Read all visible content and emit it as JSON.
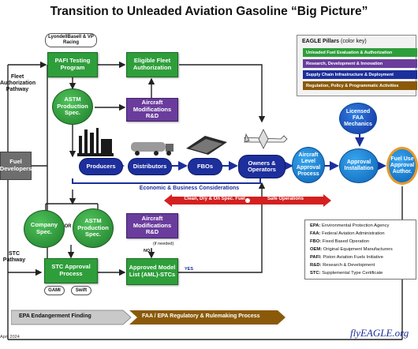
{
  "title": "Transition to Unleaded Aviation Gasoline “Big Picture”",
  "labels": {
    "fleet_auth_pathway": "Fleet Authorization Pathway",
    "stc_pathway": "STC Pathway",
    "or": "OR",
    "if_needed": "(if needed)",
    "no": "NO",
    "yes": "YES",
    "economic": "Economic & Business Considerations",
    "date": "April 2024",
    "logo": "flyEAGLE.org"
  },
  "nodes": {
    "lyondell": "LyondellBasell & VP Racing",
    "pafi": "PAFI Testing Program",
    "eligible_fleet": "Eligible Fleet Authorization",
    "astm_top": "ASTM Production Spec.",
    "aircraft_mod_top": "Aircraft Modifications R&D",
    "fuel_developers": "Fuel Developers",
    "producers": "Producers",
    "distributors": "Distributors",
    "fbos": "FBOs",
    "owners": "Owners & Operators",
    "aircraft_level": "Aircraft Level Approval Process",
    "approval_install": "Approval Installation",
    "fuel_use": "Fuel Use Approval Author.",
    "licensed_faa": "Licensed FAA Mechanics",
    "company_spec": "Company Spec.",
    "astm_bottom": "ASTM Production Spec.",
    "aircraft_mod_bottom": "Aircraft Modifications R&D",
    "stc_approval": "STC Approval Process",
    "approved_model": "Approved Model List (AML)-STCs",
    "gami": "GAMI",
    "swift": "Swift"
  },
  "banner": {
    "left": "Clean, Dry & On Spec. Fuel",
    "right": "Safe Operations"
  },
  "bottom": {
    "epa": "EPA Endangerment Finding",
    "faa": "FAA / EPA Regulatory & Rulemaking Process"
  },
  "legend": {
    "title": "EAGLE Pillars",
    "title_note": "(color key)",
    "items": [
      {
        "label": "Unleaded Fuel Evaluation & Authorization",
        "color": "#2e9e3a"
      },
      {
        "label": "Research, Development & Innovation",
        "color": "#6a3c9c"
      },
      {
        "label": "Supply Chain Infrastructure & Deployment",
        "color": "#1c2f9c"
      },
      {
        "label": "Regulation, Policy & Programmatic Activities",
        "color": "#8a5a0a"
      }
    ]
  },
  "abbreviations": [
    {
      "abbr": "EPA:",
      "text": "Environmental Protection Agency"
    },
    {
      "abbr": "FAA:",
      "text": "Federal Aviation Administration"
    },
    {
      "abbr": "FBO:",
      "text": "Fixed Based Operation"
    },
    {
      "abbr": "OEM:",
      "text": "Original Equipment Manufacturers"
    },
    {
      "abbr": "PAFI:",
      "text": "Piston Aviation Fuels Initiative"
    },
    {
      "abbr": "R&D:",
      "text": "Research & Development"
    },
    {
      "abbr": "STC:",
      "text": "Supplemental Type Certificate"
    }
  ]
}
